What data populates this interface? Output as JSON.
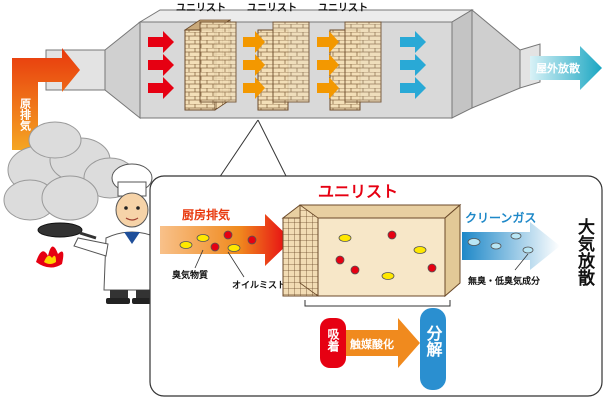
{
  "top": {
    "unit_labels": [
      "ユニリスト",
      "ユニリスト",
      "ユニリスト"
    ],
    "inlet_label": "原排気",
    "outlet_label": "屋外放散"
  },
  "detail": {
    "title": "ユニリスト",
    "inlet_label": "厨房排気",
    "odor_label": "臭気物質",
    "oil_mist_label": "オイルミスト",
    "clean_gas_label": "クリーンガス",
    "result_label": "無臭・低臭気成分",
    "release_label": "大気放散"
  },
  "process": {
    "adsorption": "吸着",
    "catalytic_oxidation": "触媒酸化",
    "decomposition": "分解"
  },
  "colors": {
    "red": "#e60012",
    "orange": "#f39800",
    "cyan": "#29a9d6",
    "teal": "#00a0b4",
    "duct": "#d9d9d9",
    "filter": "#f2dcb4"
  }
}
